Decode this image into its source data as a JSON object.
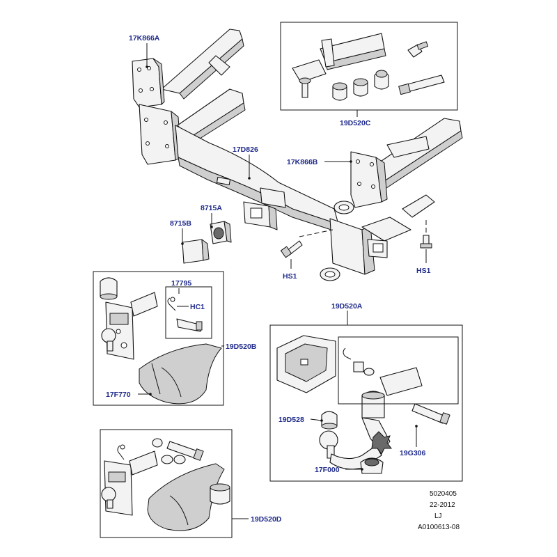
{
  "diagram": {
    "callouts": {
      "p17K866A_top": "17K866A",
      "p19D520C": "19D520C",
      "p17D826": "17D826",
      "p17K866B": "17K866B",
      "p8715A": "8715A",
      "p8715B": "8715B",
      "pHS1_left": "HS1",
      "pHS1_right": "HS1",
      "p17795": "17795",
      "pHC1": "HC1",
      "p19D520B": "19D520B",
      "p17F770": "17F770",
      "p19D520A": "19D520A",
      "p19D528": "19D528",
      "p19G306": "19G306",
      "p17F000": "17F000",
      "p19D520D": "19D520D"
    },
    "footer": {
      "line1": "5020405",
      "line2": "22-2012",
      "line3": "LJ",
      "line4": "A0100613-08"
    },
    "colors": {
      "callout_text": "#1f2a8a",
      "line": "#111111",
      "shade": "#cfcfcf"
    }
  }
}
